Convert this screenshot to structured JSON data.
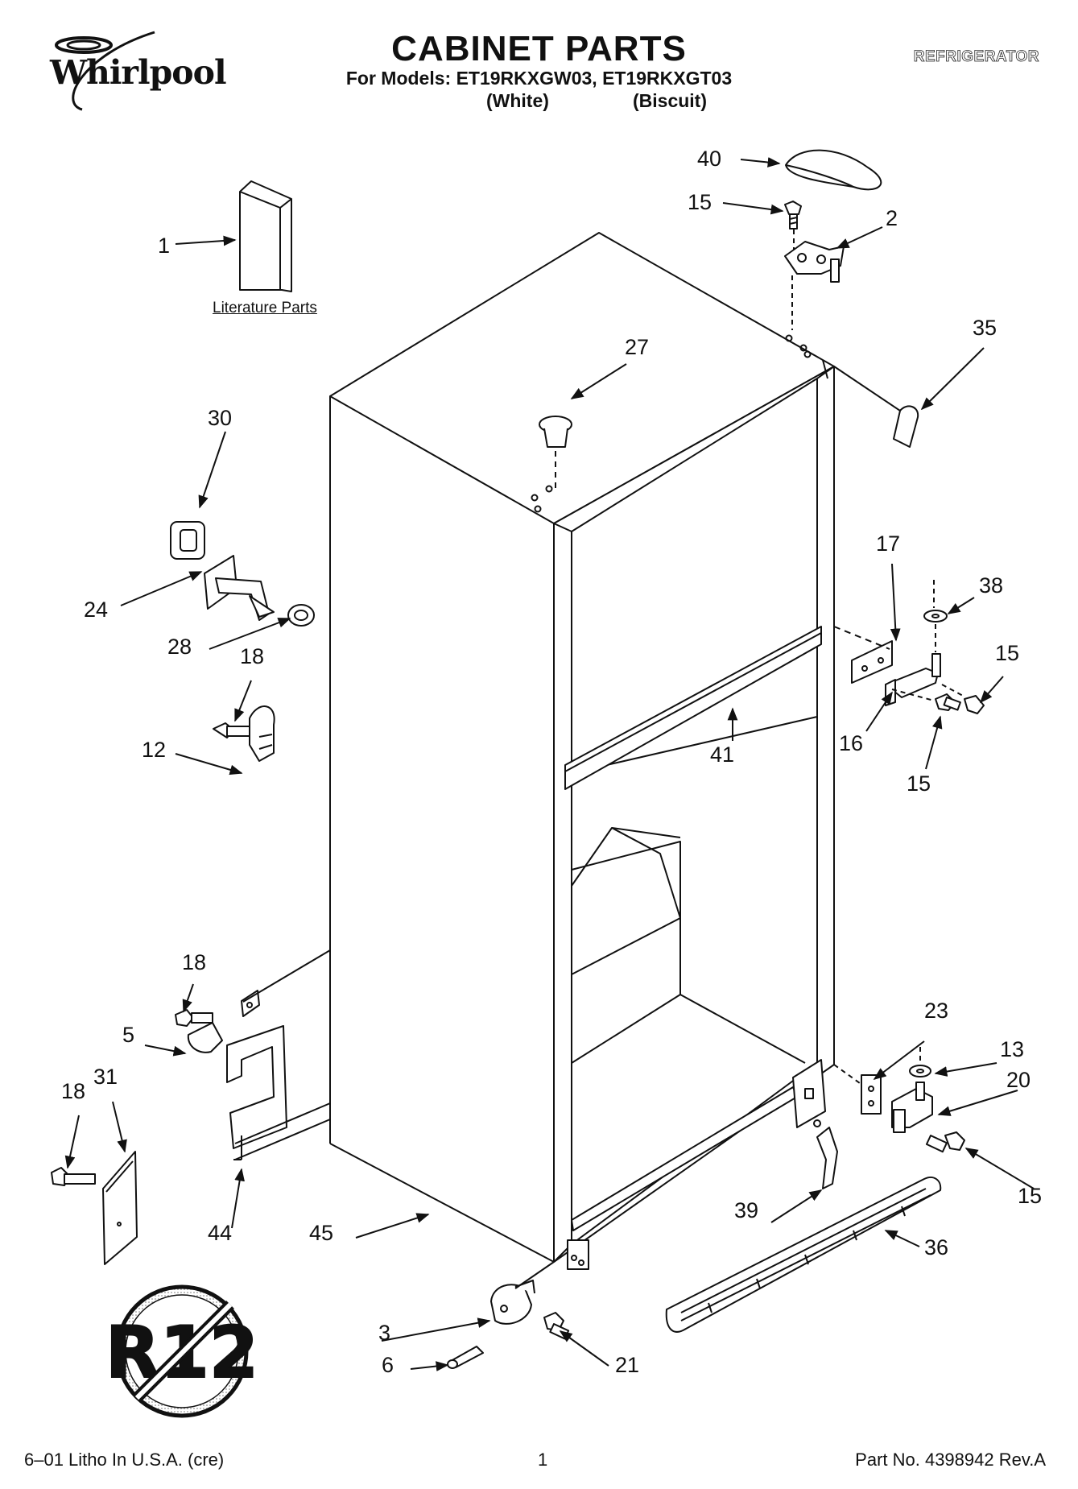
{
  "header": {
    "brand": "Whirlpool",
    "title": "CABINET PARTS",
    "models_line": "For Models: ET19RKXGW03, ET19RKXGT03",
    "variant_white": "(White)",
    "variant_biscuit": "(Biscuit)",
    "category": "REFRIGERATOR"
  },
  "literature_label": "Literature Parts",
  "callouts": [
    {
      "id": "c40",
      "text": "40"
    },
    {
      "id": "c15a",
      "text": "15"
    },
    {
      "id": "c2",
      "text": "2"
    },
    {
      "id": "c1",
      "text": "1"
    },
    {
      "id": "c35",
      "text": "35"
    },
    {
      "id": "c27",
      "text": "27"
    },
    {
      "id": "c30",
      "text": "30"
    },
    {
      "id": "c24",
      "text": "24"
    },
    {
      "id": "c28",
      "text": "28"
    },
    {
      "id": "c18a",
      "text": "18"
    },
    {
      "id": "c12",
      "text": "12"
    },
    {
      "id": "c17",
      "text": "17"
    },
    {
      "id": "c38",
      "text": "38"
    },
    {
      "id": "c15b",
      "text": "15"
    },
    {
      "id": "c41",
      "text": "41"
    },
    {
      "id": "c16",
      "text": "16"
    },
    {
      "id": "c15c",
      "text": "15"
    },
    {
      "id": "c18b",
      "text": "18"
    },
    {
      "id": "c5",
      "text": "5"
    },
    {
      "id": "c18c",
      "text": "18"
    },
    {
      "id": "c31",
      "text": "31"
    },
    {
      "id": "c23",
      "text": "23"
    },
    {
      "id": "c13",
      "text": "13"
    },
    {
      "id": "c20",
      "text": "20"
    },
    {
      "id": "c15d",
      "text": "15"
    },
    {
      "id": "c39",
      "text": "39"
    },
    {
      "id": "c36",
      "text": "36"
    },
    {
      "id": "c44",
      "text": "44"
    },
    {
      "id": "c45",
      "text": "45"
    },
    {
      "id": "c3",
      "text": "3"
    },
    {
      "id": "c6",
      "text": "6"
    },
    {
      "id": "c21",
      "text": "21"
    }
  ],
  "badge_text": "R12",
  "footer": {
    "left": "6–01 Litho In U.S.A. (cre)",
    "page": "1",
    "part_no": "Part No. 4398942 Rev.A"
  }
}
